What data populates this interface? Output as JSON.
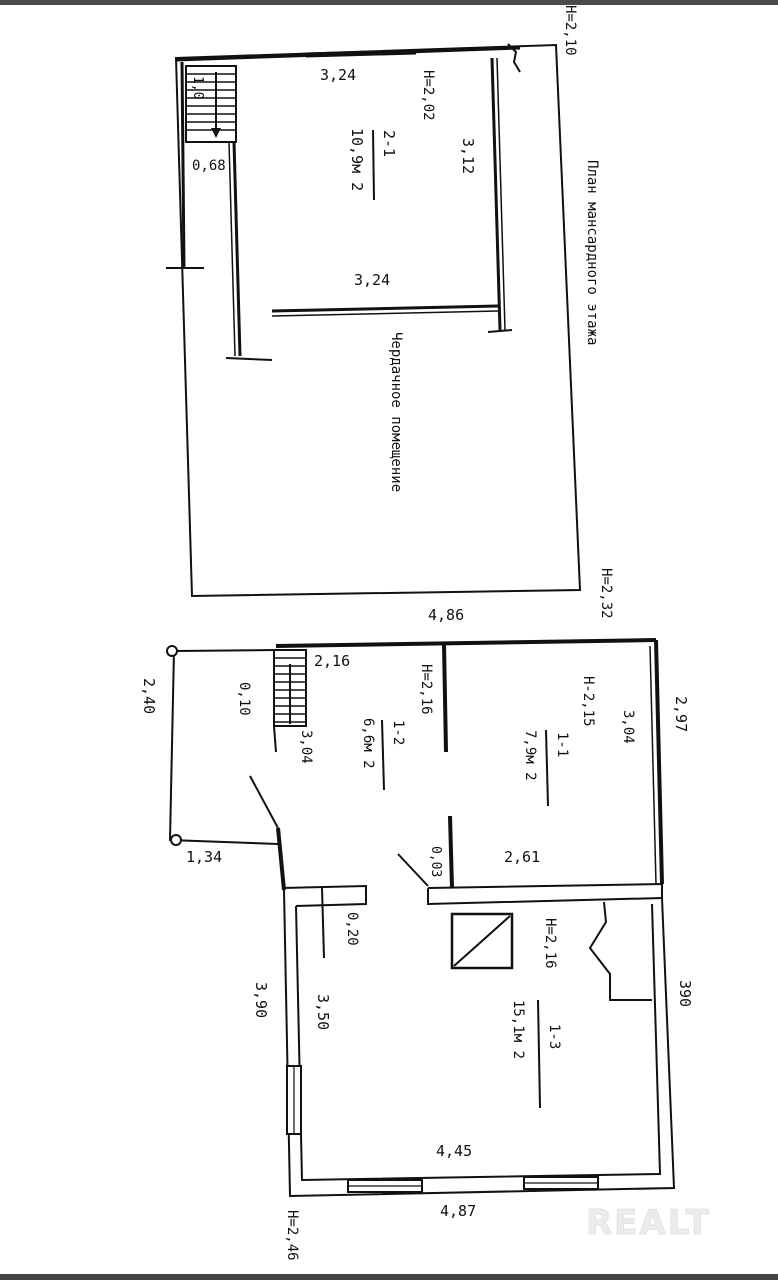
{
  "upper_floor": {
    "title": "План мансардного этажа",
    "height_top": "Н=2,10",
    "height_bottom": "Н=2,32",
    "room": {
      "number": "2-1",
      "area": "10,9м 2",
      "height": "Н=2,02",
      "dim_top": "3,24",
      "dim_bottom": "3,24",
      "dim_side": "3,12"
    },
    "stair": {
      "label": "1,0",
      "width": "0,68"
    },
    "attic_label": "Чердачное помещение"
  },
  "ground_floor": {
    "overall_width": "4,86",
    "overall_bottom": "4,87",
    "height_bottom": "Н=2,46",
    "porch": {
      "dim_side": "2,40",
      "dim_bottom": "1,34",
      "dim_top": "2,16",
      "dim_small": "0,10",
      "dim_stair": "3,04"
    },
    "room_1_1": {
      "number": "1-1",
      "area": "7,9м 2",
      "height": "Н-2,15",
      "dim_a": "3,04",
      "dim_b": "2,97",
      "dim_c": "2,61"
    },
    "room_1_2": {
      "number": "1-2",
      "area": "6,6м 2",
      "height": "Н=2,16",
      "dim_door": "0,03"
    },
    "room_1_3": {
      "number": "1-3",
      "area": "15,1м 2",
      "height": "Н=2,16",
      "dim_a": "3,90",
      "dim_b": "390",
      "dim_c": "3,50",
      "dim_d": "4,45",
      "dim_e": "0,20"
    }
  },
  "watermark": "REALT"
}
